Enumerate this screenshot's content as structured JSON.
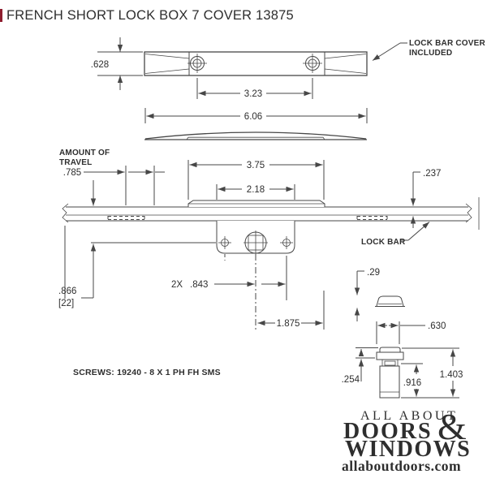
{
  "title": {
    "text": "FRENCH SHORT LOCK BOX 7 COVER 13875",
    "color": "#8e1d2e"
  },
  "callouts": {
    "lock_bar_cover_line1": "LOCK BAR COVER",
    "lock_bar_cover_line2": "INCLUDED",
    "amount_of_travel_line1": "AMOUNT OF",
    "amount_of_travel_line2": "TRAVEL",
    "lock_bar": "LOCK BAR",
    "screws_note": "SCREWS: 19240 - 8 X 1 PH FH SMS"
  },
  "dimensions": {
    "cover_height": ".628",
    "cover_screw_spacing": "3.23",
    "cover_length": "6.06",
    "travel": ".785",
    "faceplate_length": "3.75",
    "housing_width": "2.18",
    "bar_thickness": ".237",
    "travel_inches": ".866",
    "travel_mm": "[22]",
    "screw_offset_qty": "2X",
    "screw_offset": ".843",
    "spindle_to_end": "1.875",
    "cap_height": ".29",
    "pin_width": ".630",
    "pin_head_height": ".254",
    "pin_body_height": ".916",
    "pin_total_height": "1.403"
  },
  "logo": {
    "line1": "ALL ABOUT",
    "ampersand": "&",
    "line2": "DOORS",
    "line3": "WINDOWS",
    "website": "allaboutdoors.com",
    "gray": "#8b9198",
    "green": "#6cc04e"
  }
}
